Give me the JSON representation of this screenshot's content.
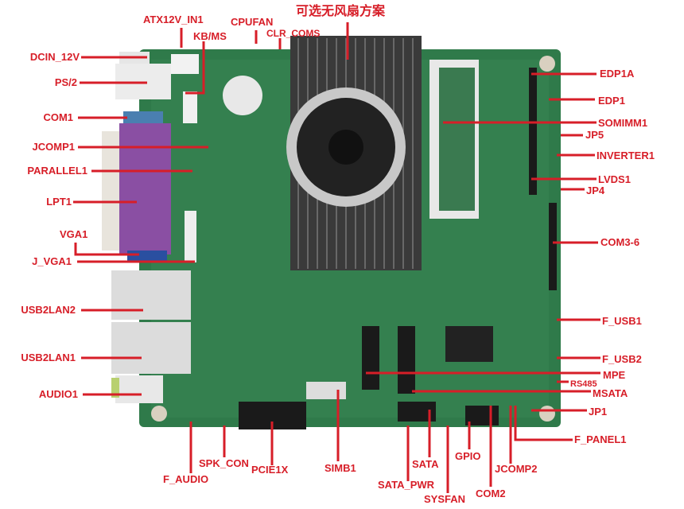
{
  "title": "可选无风扇方案",
  "colors": {
    "label": "#d71e28",
    "board": "#2f7a4a",
    "heatsink": "#3a3a3a"
  },
  "labels": {
    "dcin_12v": "DCIN_12V",
    "ps2": "PS/2",
    "com1": "COM1",
    "jcomp1": "JCOMP1",
    "parallel1": "PARALLEL1",
    "lpt1": "LPT1",
    "vga1": "VGA1",
    "j_vga1": "J_VGA1",
    "usb2lan2": "USB2LAN2",
    "usb2lan1": "USB2LAN1",
    "audio1": "AUDIO1",
    "atx12v_in1": "ATX12V_IN1",
    "kb_ms": "KB/MS",
    "cpufan": "CPUFAN",
    "clr_coms": "CLR_COMS",
    "edp1a": "EDP1A",
    "edp1": "EDP1",
    "somimm1": "SOMIMM1",
    "jp5": "JP5",
    "inverter1": "INVERTER1",
    "lvds1": "LVDS1",
    "jp4": "JP4",
    "com3_6": "COM3-6",
    "f_usb1": "F_USB1",
    "f_usb2": "F_USB2",
    "mpe": "MPE",
    "rs485": "RS485",
    "msata": "MSATA",
    "jp1": "JP1",
    "f_panel1": "F_PANEL1",
    "f_audio": "F_AUDIO",
    "spk_con": "SPK_CON",
    "pcie1x": "PCIE1X",
    "simb1": "SIMB1",
    "sata_pwr": "SATA_PWR",
    "sata": "SATA",
    "sysfan": "SYSFAN",
    "gpio": "GPIO",
    "com2": "COM2",
    "jcomp2": "JCOMP2"
  }
}
